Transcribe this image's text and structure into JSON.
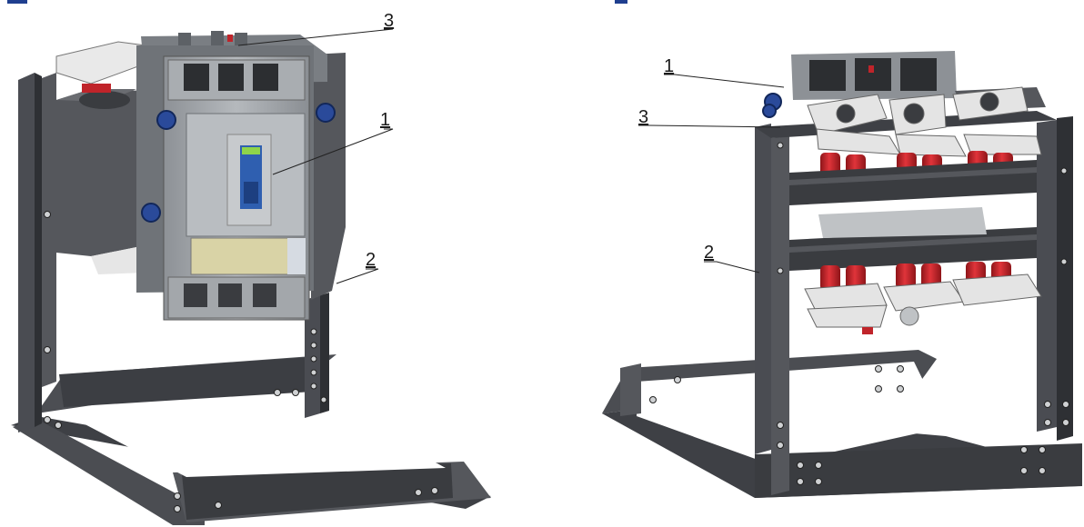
{
  "figure_left": {
    "callouts": [
      {
        "id": "3",
        "label": "3"
      },
      {
        "id": "1",
        "label": "1"
      },
      {
        "id": "2",
        "label": "2"
      }
    ]
  },
  "figure_right": {
    "callouts": [
      {
        "id": "1",
        "label": "1"
      },
      {
        "id": "3",
        "label": "3"
      },
      {
        "id": "2",
        "label": "2"
      }
    ]
  },
  "colors": {
    "frame": "#4a4c52",
    "frame_dark": "#2e3034",
    "breaker_body": "#9fa3a8",
    "breaker_face": "#b7bbbf",
    "handle": "#2f5fb0",
    "knob": "#2a4a9a",
    "insulator": "#c0242a",
    "busbar": "#e4e4e4",
    "accent_bar": "#1f3f8f",
    "label_plate": "#d9d3a6"
  }
}
